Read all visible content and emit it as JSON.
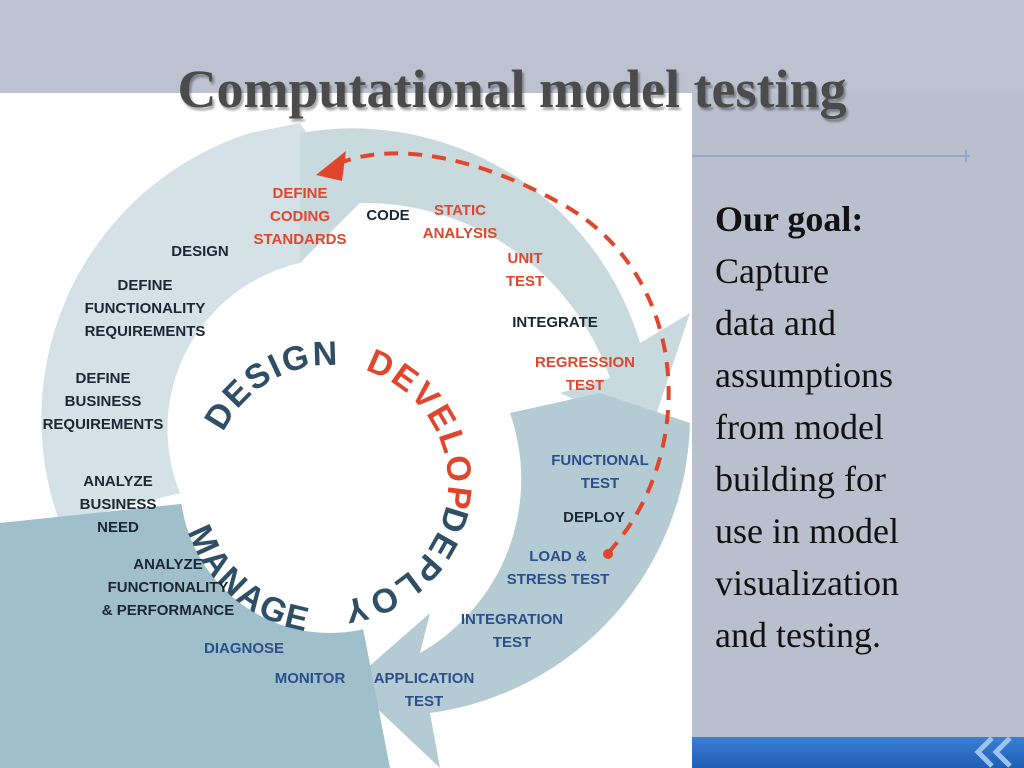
{
  "slide": {
    "title": "Computational model testing",
    "goal_heading": "Our goal:",
    "goal_lines": [
      "Capture",
      "data and",
      "assumptions",
      "from model",
      "building for",
      "use in model",
      "visualization",
      "and testing."
    ]
  },
  "diagram": {
    "phases": [
      {
        "id": "design",
        "label": "DESIGN"
      },
      {
        "id": "develop",
        "label": "DEVELOP"
      },
      {
        "id": "deploy",
        "label": "DEPLOY"
      },
      {
        "id": "manage",
        "label": "MANAGE"
      }
    ],
    "steps": [
      {
        "id": "define-coding-standards",
        "lines": [
          "DEFINE",
          "CODING",
          "STANDARDS"
        ],
        "highlight": true
      },
      {
        "id": "code",
        "lines": [
          "CODE"
        ],
        "highlight": false
      },
      {
        "id": "static-analysis",
        "lines": [
          "STATIC",
          "ANALYSIS"
        ],
        "highlight": true
      },
      {
        "id": "design-step",
        "lines": [
          "DESIGN"
        ],
        "highlight": false
      },
      {
        "id": "define-functionality-requirements",
        "lines": [
          "DEFINE",
          "FUNCTIONALITY",
          "REQUIREMENTS"
        ],
        "highlight": false
      },
      {
        "id": "define-business-requirements",
        "lines": [
          "DEFINE",
          "BUSINESS",
          "REQUIREMENTS"
        ],
        "highlight": false
      },
      {
        "id": "unit-test",
        "lines": [
          "UNIT",
          "TEST"
        ],
        "highlight": true
      },
      {
        "id": "integrate",
        "lines": [
          "INTEGRATE"
        ],
        "highlight": false
      },
      {
        "id": "regression-test",
        "lines": [
          "REGRESSION",
          "TEST"
        ],
        "highlight": true
      },
      {
        "id": "functional-test",
        "lines": [
          "FUNCTIONAL",
          "TEST"
        ],
        "highlight": false,
        "blue": true
      },
      {
        "id": "deploy-step",
        "lines": [
          "DEPLOY"
        ],
        "highlight": false
      },
      {
        "id": "load-stress-test",
        "lines": [
          "LOAD &",
          "STRESS TEST"
        ],
        "highlight": false,
        "blue": true
      },
      {
        "id": "analyze-business-need",
        "lines": [
          "ANALYZE",
          "BUSINESS",
          "NEED"
        ],
        "highlight": false
      },
      {
        "id": "analyze-functionality-performance",
        "lines": [
          "ANALYZE",
          "FUNCTIONALITY",
          "& PERFORMANCE"
        ],
        "highlight": false
      },
      {
        "id": "integration-test",
        "lines": [
          "INTEGRATION",
          "TEST"
        ],
        "highlight": false,
        "blue": true
      },
      {
        "id": "diagnose",
        "lines": [
          "DIAGNOSE"
        ],
        "highlight": false,
        "blue": true
      },
      {
        "id": "monitor",
        "lines": [
          "MONITOR"
        ],
        "highlight": false,
        "blue": true
      },
      {
        "id": "application-test",
        "lines": [
          "APPLICATION",
          "TEST"
        ],
        "highlight": false,
        "blue": true
      }
    ],
    "colors": {
      "ring_light": "#d7e3e7",
      "ring_mid": "#b9cfd6",
      "ring_dark": "#95b7c2",
      "phase_dark": "#2f4f66",
      "phase_red": "#e0462c",
      "highlight_text": "#e0462c",
      "normal_text": "#1d2733",
      "blue_text": "#2c4f8c",
      "loop_arrow": "#e0462c"
    }
  }
}
